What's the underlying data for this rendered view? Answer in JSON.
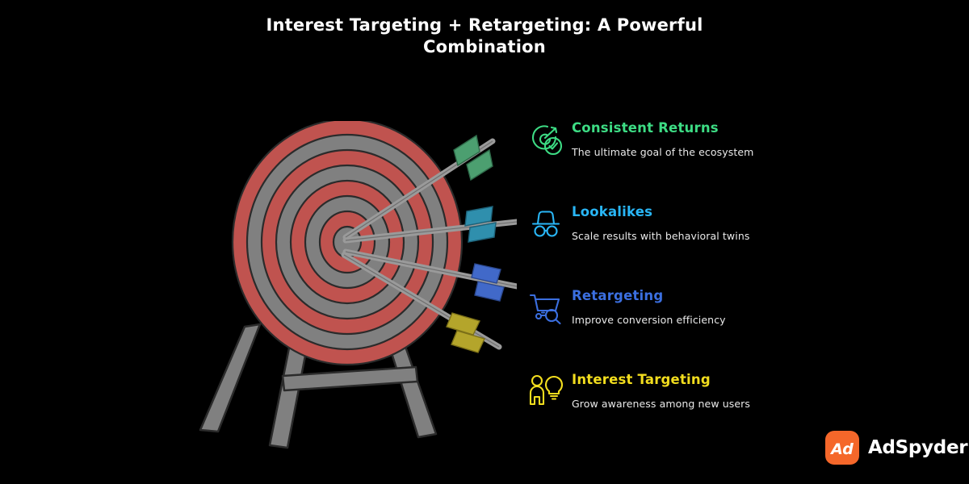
{
  "page": {
    "background_color": "#000000",
    "title": "Interest Targeting + Retargeting: A Powerful Combination"
  },
  "illustration": {
    "name": "archery-target-with-arrows",
    "ring_color_primary": "#c0534f",
    "ring_color_secondary": "#808080",
    "outline_color": "#2b2b2b",
    "stand_color": "#808080",
    "shaft_color": "#9a9a9a",
    "arrows": [
      {
        "label": "green-arrow",
        "fletching_color": "#4c9f70"
      },
      {
        "label": "teal-arrow",
        "fletching_color": "#2f8fad"
      },
      {
        "label": "blue-arrow",
        "fletching_color": "#4169c9"
      },
      {
        "label": "yellow-arrow",
        "fletching_color": "#b4a52b"
      }
    ]
  },
  "legend": {
    "items": [
      {
        "icon": "target-arrow-check-icon",
        "heading": "Consistent Returns",
        "subtext": "The ultimate goal of the ecosystem",
        "color": "#3ddc84"
      },
      {
        "icon": "hat-glasses-incognito-icon",
        "heading": "Lookalikes",
        "subtext": "Scale results with behavioral twins",
        "color": "#29b6f6"
      },
      {
        "icon": "shopping-cart-search-icon",
        "heading": "Retargeting",
        "subtext": "Improve conversion efficiency",
        "color": "#3b6fe0"
      },
      {
        "icon": "person-lightbulb-icon",
        "heading": "Interest Targeting",
        "subtext": "Grow awareness among new users",
        "color": "#f2dd1e"
      }
    ]
  },
  "brand": {
    "mark_text": "Ad",
    "mark_color": "#f5672a",
    "name": "AdSpyder"
  }
}
